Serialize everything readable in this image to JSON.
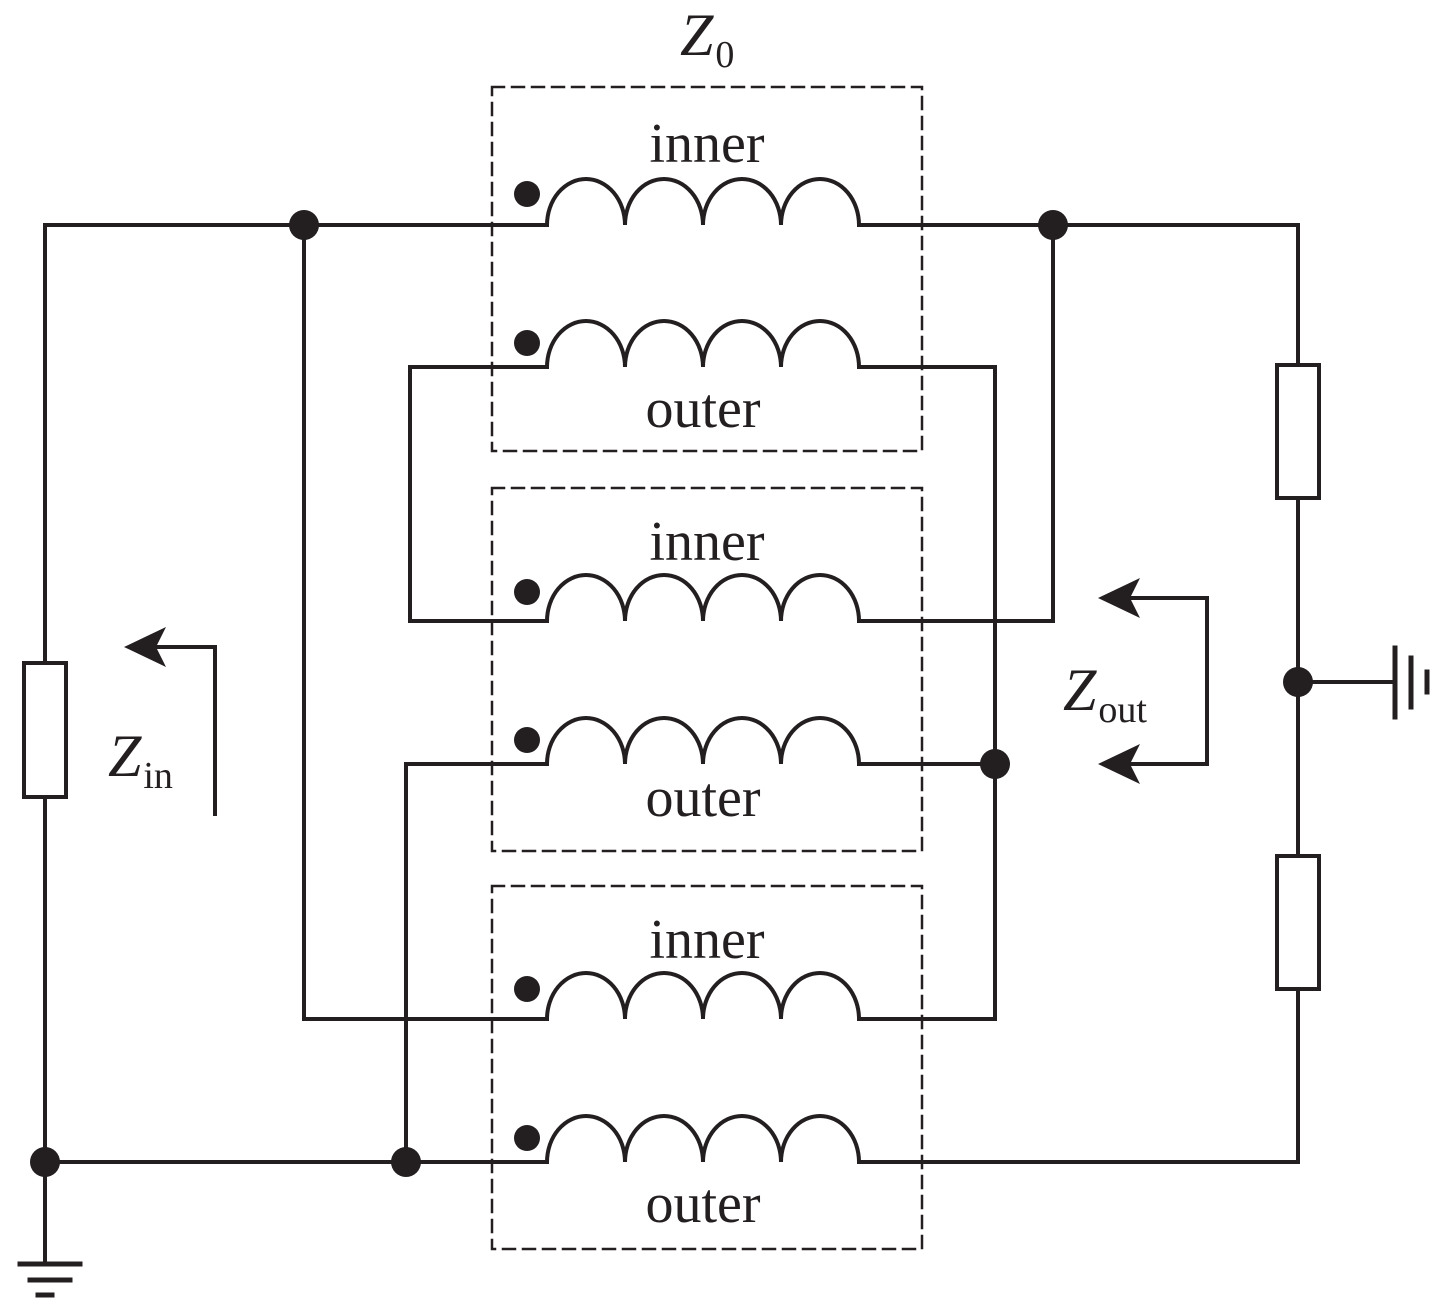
{
  "diagram": {
    "z0_label": {
      "main": "Z",
      "sub": "0"
    },
    "zin_label": {
      "main": "Z",
      "sub": "in"
    },
    "zout_label": {
      "main": "Z",
      "sub": "out"
    },
    "windings": [
      {
        "label": "inner"
      },
      {
        "label": "outer"
      },
      {
        "label": "inner"
      },
      {
        "label": "outer"
      },
      {
        "label": "inner"
      },
      {
        "label": "outer"
      }
    ],
    "colors": {
      "line": "#231f20",
      "background": "#ffffff"
    }
  }
}
